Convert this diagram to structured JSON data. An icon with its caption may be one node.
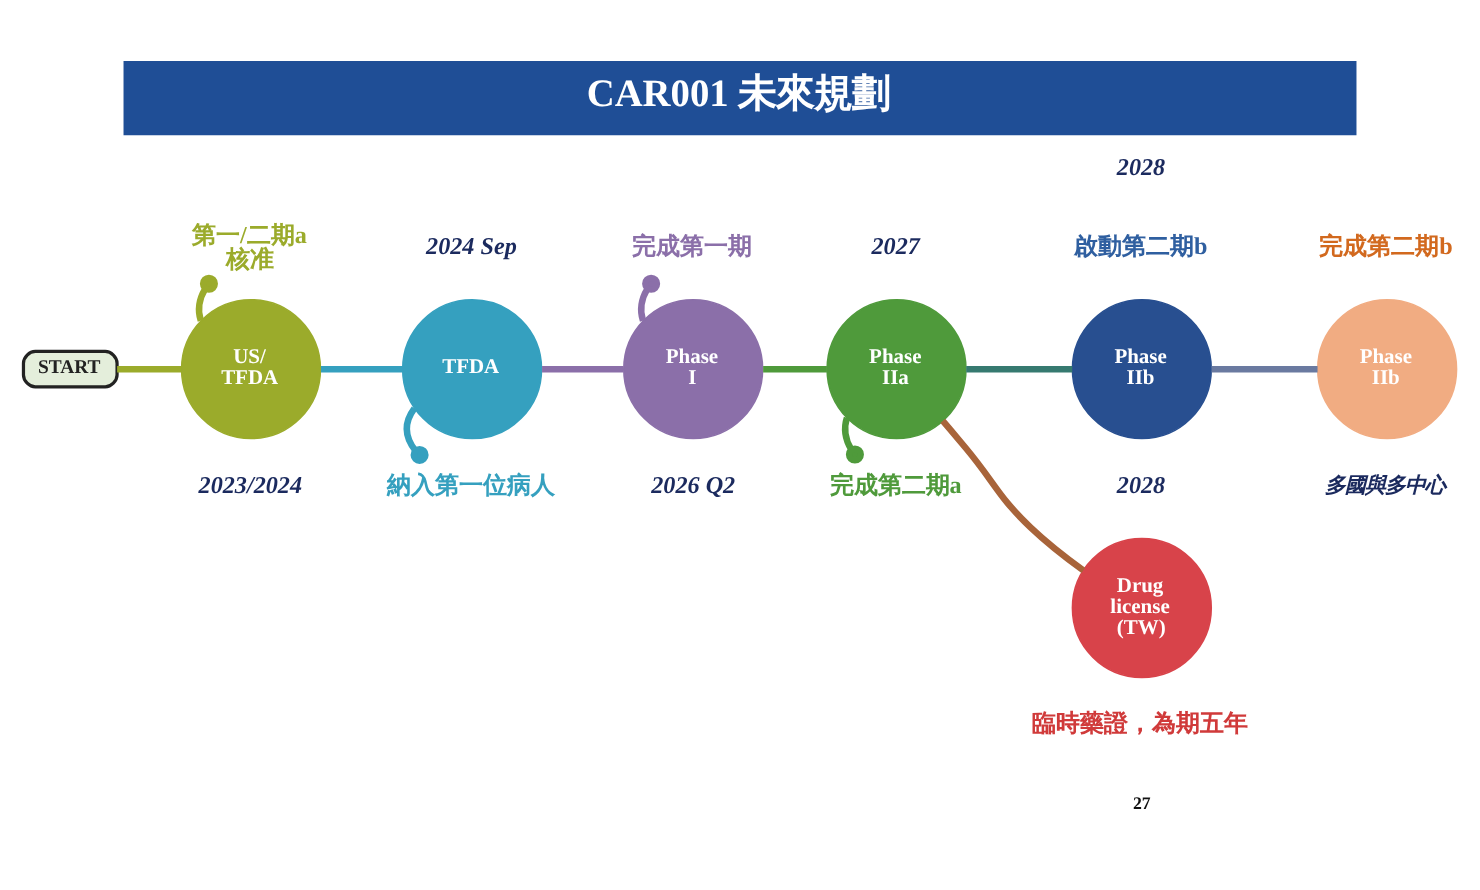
{
  "diagram": {
    "title": "CAR001 未來規劃",
    "nodes": [
      {
        "text": [
          "START"
        ]
      },
      {
        "text": [
          "US/ TFDA"
        ],
        "beside": [
          "2023/2024"
        ]
      },
      {
        "text": [
          "第一/二期a 核准"
        ]
      },
      {
        "text": [
          "TFDA"
        ],
        "beside": [
          "2024 Sep"
        ]
      },
      {
        "text": [
          "納入第一位病人"
        ]
      },
      {
        "text": [
          "Phase I"
        ],
        "beside": [
          "2026 Q2"
        ]
      },
      {
        "text": [
          "完成第一期"
        ]
      },
      {
        "text": [
          "Phase IIa"
        ],
        "beside": [
          "2027"
        ]
      },
      {
        "text": [
          "完成第二期a"
        ]
      },
      {
        "text": [
          "Phase IIb"
        ],
        "beside": [
          "2028",
          "啟動第二期b"
        ]
      },
      {
        "text": [
          "Phase IIb"
        ],
        "beside": [
          "完成第二期b"
        ]
      },
      {
        "text": [
          "Drug license (TW)"
        ],
        "beside": [
          "2028",
          "臨時藥證，為期五年"
        ]
      }
    ],
    "edges": [
      {
        "from": 0,
        "to": 1,
        "arrow": "none",
        "color": "#9bab2b"
      },
      {
        "from": 1,
        "to": 2,
        "arrow": "other",
        "color": "#9bab2b"
      },
      {
        "from": 1,
        "to": 3,
        "arrow": "none",
        "color": "#35a0bf"
      },
      {
        "from": 3,
        "to": 4,
        "arrow": "other",
        "color": "#35a0bf"
      },
      {
        "from": 3,
        "to": 5,
        "arrow": "none",
        "color": "#8b6fa9"
      },
      {
        "from": 5,
        "to": 6,
        "arrow": "other",
        "color": "#8b6fa9"
      },
      {
        "from": 5,
        "to": 7,
        "arrow": "none",
        "color": "#4f9a3b"
      },
      {
        "from": 7,
        "to": 8,
        "arrow": "other",
        "color": "#4f9a3b"
      },
      {
        "from": 7,
        "to": 9,
        "arrow": "none",
        "color": "#367a70"
      },
      {
        "from": 9,
        "to": 10,
        "arrow": "none",
        "color": "#6a7aa0"
      },
      {
        "from": 7,
        "to": 11,
        "arrow": "none",
        "color": "#a8643a"
      }
    ],
    "labels": [
      "多國與多中心",
      "27"
    ]
  }
}
